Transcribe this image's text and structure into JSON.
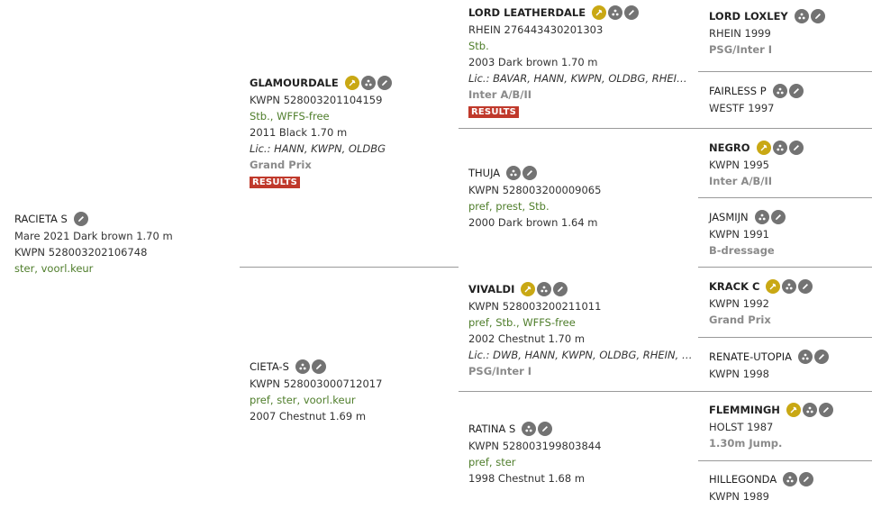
{
  "subject": {
    "name": "RACIETA S",
    "details": "Mare 2021 Dark brown 1.70 m",
    "reg": "KWPN 528003202106748",
    "predicates": "ster, voorl.keur"
  },
  "sire": {
    "name": "GLAMOURDALE",
    "reg": "KWPN 528003201104159",
    "predicates": "Stb., WFFS-free",
    "details": "2011 Black 1.70 m",
    "licences": "Lic.: HANN, KWPN, OLDBG",
    "level": "Grand Prix",
    "results_label": "RESULTS"
  },
  "dam": {
    "name": "CIETA-S",
    "reg": "KWPN 528003000712017",
    "predicates": "pref, ster, voorl.keur",
    "details": "2007 Chestnut 1.69 m"
  },
  "ss": {
    "name": "LORD LEATHERDALE",
    "reg": "RHEIN 276443430201303",
    "predicates": "Stb.",
    "details": "2003 Dark brown 1.70 m",
    "licences": "Lic.: BAVAR, HANN, KWPN, OLDBG, RHEIN, S...",
    "level": "Inter A/B/II",
    "results_label": "RESULTS"
  },
  "sd": {
    "name": "THUJA",
    "reg": "KWPN 528003200009065",
    "predicates": "pref, prest, Stb.",
    "details": "2000 Dark brown 1.64 m"
  },
  "ds": {
    "name": "VIVALDI",
    "reg": "KWPN 528003200211011",
    "predicates": "pref, Stb., WFFS-free",
    "details": "2002 Chestnut 1.70 m",
    "licences": "Lic.: DWB, HANN, KWPN, OLDBG, RHEIN, SA...",
    "level": "PSG/Inter I"
  },
  "dd": {
    "name": "RATINA S",
    "reg": "KWPN 528003199803844",
    "predicates": "pref, ster",
    "details": "1998 Chestnut 1.68 m"
  },
  "sss": {
    "name": "LORD LOXLEY",
    "reg": "RHEIN 1999",
    "level": "PSG/Inter I"
  },
  "ssd": {
    "name": "FAIRLESS P",
    "reg": "WESTF 1997"
  },
  "sds": {
    "name": "NEGRO",
    "reg": "KWPN 1995",
    "level": "Inter A/B/II"
  },
  "sdd": {
    "name": "JASMIJN",
    "reg": "KWPN 1991",
    "level": "B-dressage"
  },
  "dss": {
    "name": "KRACK C",
    "reg": "KWPN 1992",
    "level": "Grand Prix"
  },
  "dsd": {
    "name": "RENATE-UTOPIA",
    "reg": "KWPN 1998"
  },
  "dds": {
    "name": "FLEMMINGH",
    "reg": "HOLST 1987",
    "level": "1.30m Jump."
  },
  "ddd": {
    "name": "HILLEGONDA",
    "reg": "KWPN 1989"
  },
  "icons": {
    "stallion": "stallion-pin-icon",
    "family": "family-tree-icon",
    "edit": "edit-pencil-icon"
  },
  "colors": {
    "predicate_green": "#4e7d2a",
    "results_red": "#c0392b",
    "stallion_gold": "#c9a814",
    "icon_grey": "#737373"
  }
}
